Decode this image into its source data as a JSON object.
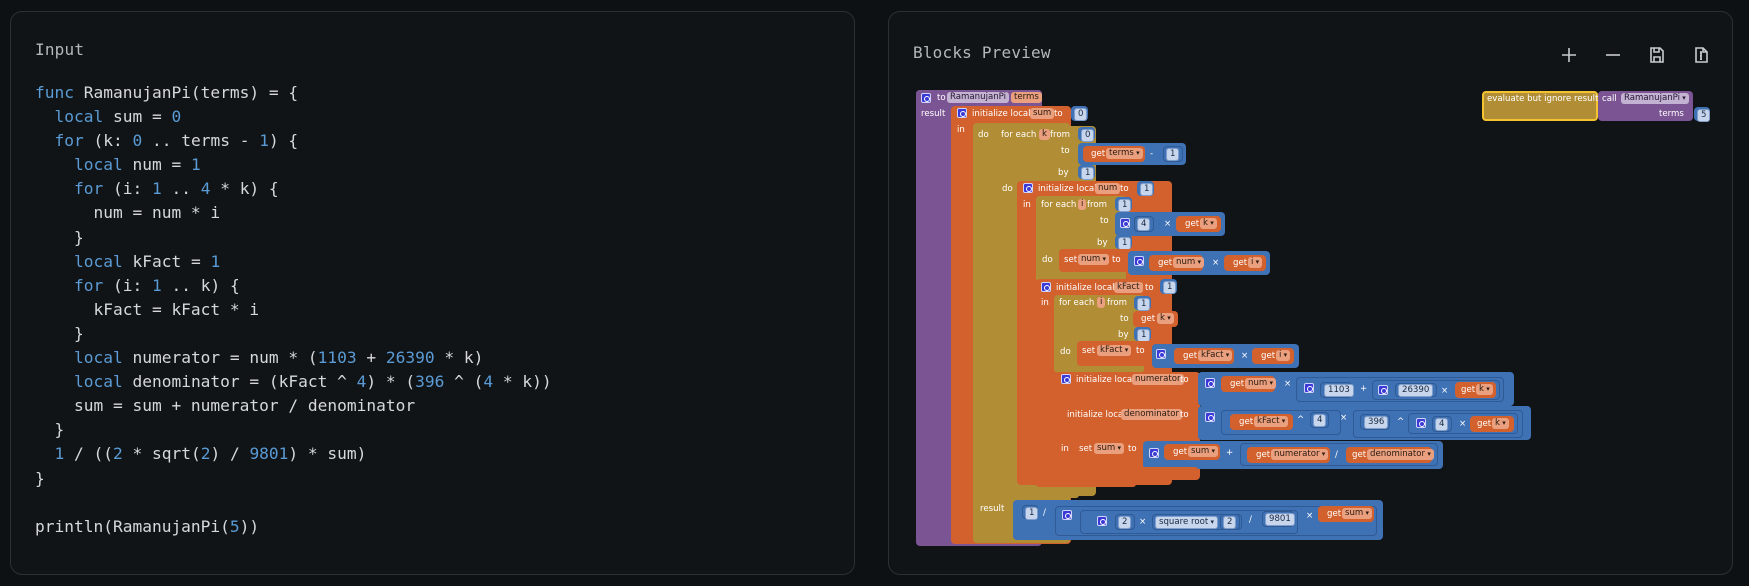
{
  "input_panel": {
    "title": "Input",
    "code_lines": [
      [
        {
          "t": "func",
          "c": "kw"
        },
        {
          "t": " RamanujanPi(terms) = {"
        }
      ],
      [
        {
          "t": "  "
        },
        {
          "t": "local",
          "c": "kw"
        },
        {
          "t": " sum = "
        },
        {
          "t": "0",
          "c": "num"
        }
      ],
      [
        {
          "t": "  "
        },
        {
          "t": "for",
          "c": "kw"
        },
        {
          "t": " (k: "
        },
        {
          "t": "0",
          "c": "num"
        },
        {
          "t": " .. terms - "
        },
        {
          "t": "1",
          "c": "num"
        },
        {
          "t": ") {"
        }
      ],
      [
        {
          "t": "    "
        },
        {
          "t": "local",
          "c": "kw"
        },
        {
          "t": " num = "
        },
        {
          "t": "1",
          "c": "num"
        }
      ],
      [
        {
          "t": "    "
        },
        {
          "t": "for",
          "c": "kw"
        },
        {
          "t": " (i: "
        },
        {
          "t": "1",
          "c": "num"
        },
        {
          "t": " .. "
        },
        {
          "t": "4",
          "c": "num"
        },
        {
          "t": " * k) {"
        }
      ],
      [
        {
          "t": "      num = num * i"
        }
      ],
      [
        {
          "t": "    }"
        }
      ],
      [
        {
          "t": "    "
        },
        {
          "t": "local",
          "c": "kw"
        },
        {
          "t": " kFact = "
        },
        {
          "t": "1",
          "c": "num"
        }
      ],
      [
        {
          "t": "    "
        },
        {
          "t": "for",
          "c": "kw"
        },
        {
          "t": " (i: "
        },
        {
          "t": "1",
          "c": "num"
        },
        {
          "t": " .. k) {"
        }
      ],
      [
        {
          "t": "      kFact = kFact * i"
        }
      ],
      [
        {
          "t": "    }"
        }
      ],
      [
        {
          "t": "    "
        },
        {
          "t": "local",
          "c": "kw"
        },
        {
          "t": " numerator = num * ("
        },
        {
          "t": "1103",
          "c": "num"
        },
        {
          "t": " + "
        },
        {
          "t": "26390",
          "c": "num"
        },
        {
          "t": " * k)"
        }
      ],
      [
        {
          "t": "    "
        },
        {
          "t": "local",
          "c": "kw"
        },
        {
          "t": " denominator = (kFact ^ "
        },
        {
          "t": "4",
          "c": "num"
        },
        {
          "t": ") * ("
        },
        {
          "t": "396",
          "c": "num"
        },
        {
          "t": " ^ ("
        },
        {
          "t": "4",
          "c": "num"
        },
        {
          "t": " * k))"
        }
      ],
      [
        {
          "t": "    sum = sum + numerator / denominator"
        }
      ],
      [
        {
          "t": "  }"
        }
      ],
      [
        {
          "t": "  "
        },
        {
          "t": "1",
          "c": "num"
        },
        {
          "t": " / (("
        },
        {
          "t": "2",
          "c": "num"
        },
        {
          "t": " * sqrt("
        },
        {
          "t": "2",
          "c": "num"
        },
        {
          "t": ") / "
        },
        {
          "t": "9801",
          "c": "num"
        },
        {
          "t": ") * sum)"
        }
      ],
      [
        {
          "t": "}"
        }
      ],
      [
        {
          "t": ""
        }
      ],
      [
        {
          "t": "println(RamanujanPi("
        },
        {
          "t": "5",
          "c": "num"
        },
        {
          "t": "))"
        }
      ]
    ]
  },
  "blocks_panel": {
    "title": "Blocks Preview",
    "toolbar": [
      {
        "name": "zoom-in-button",
        "icon": "plus-icon"
      },
      {
        "name": "zoom-out-button",
        "icon": "minus-icon"
      },
      {
        "name": "save-button",
        "icon": "save-icon"
      },
      {
        "name": "export-button",
        "icon": "file-zip-icon"
      }
    ],
    "labels": {
      "to": "to",
      "proc_name": "RamanujanPi",
      "param": "terms",
      "result": "result",
      "init_local": "initialize local",
      "to_kw": "to",
      "in": "in",
      "do": "do",
      "for_each": "for each",
      "from": "from",
      "by": "by",
      "get": "get",
      "set": "set",
      "var_sum": "sum",
      "var_k": "k",
      "var_num": "num",
      "var_i": "i",
      "var_kfact": "kFact",
      "var_numerator": "numerator",
      "var_denominator": "denominator",
      "var_terms": "terms",
      "n0": "0",
      "n1": "1",
      "n2": "2",
      "n4": "4",
      "n5": "5",
      "n1103": "1103",
      "n26390": "26390",
      "n396": "396",
      "n9801": "9801",
      "op_minus": "-",
      "op_times": "×",
      "op_plus": "+",
      "op_div": "/",
      "op_pow": "^",
      "sqrt": "square root",
      "evaluate": "evaluate but ignore result",
      "call": "call",
      "terms_arg": "terms"
    }
  }
}
